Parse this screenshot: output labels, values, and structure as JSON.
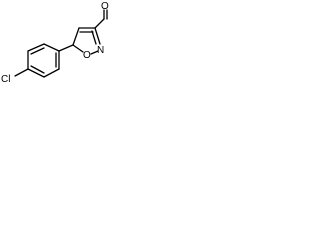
{
  "molecule": {
    "atoms": {
      "aldehyde_oxygen": "O",
      "ring_oxygen": "O",
      "ring_nitrogen": "N",
      "chlorine": "Cl"
    }
  },
  "colors": {
    "bond": "#000000",
    "label": "#000000",
    "background": "#ffffff"
  }
}
